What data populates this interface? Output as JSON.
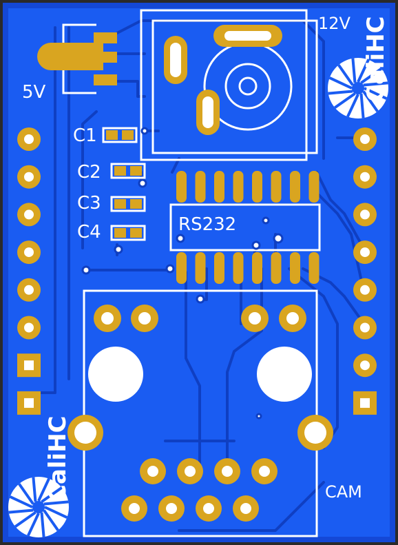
{
  "board": {
    "colors": {
      "substrate": "#1448d6",
      "copper": "#1a5cf2",
      "trace": "#0f3fc2",
      "pad": "#d9a520",
      "silk": "#ffffff",
      "hole": "#ffffff",
      "edge": "#2a2a2a"
    },
    "labels": {
      "v12": "12V",
      "v5": "5V",
      "c1": "C1",
      "c2": "C2",
      "c3": "C3",
      "c4": "C4",
      "ic": "RS232",
      "cam": "CAM"
    },
    "logo": {
      "text": "CaliHC",
      "icon": "fan-burst-icon"
    },
    "header_left_pins": 8,
    "header_right_pins": 8,
    "ic_pins_per_side": 8
  }
}
